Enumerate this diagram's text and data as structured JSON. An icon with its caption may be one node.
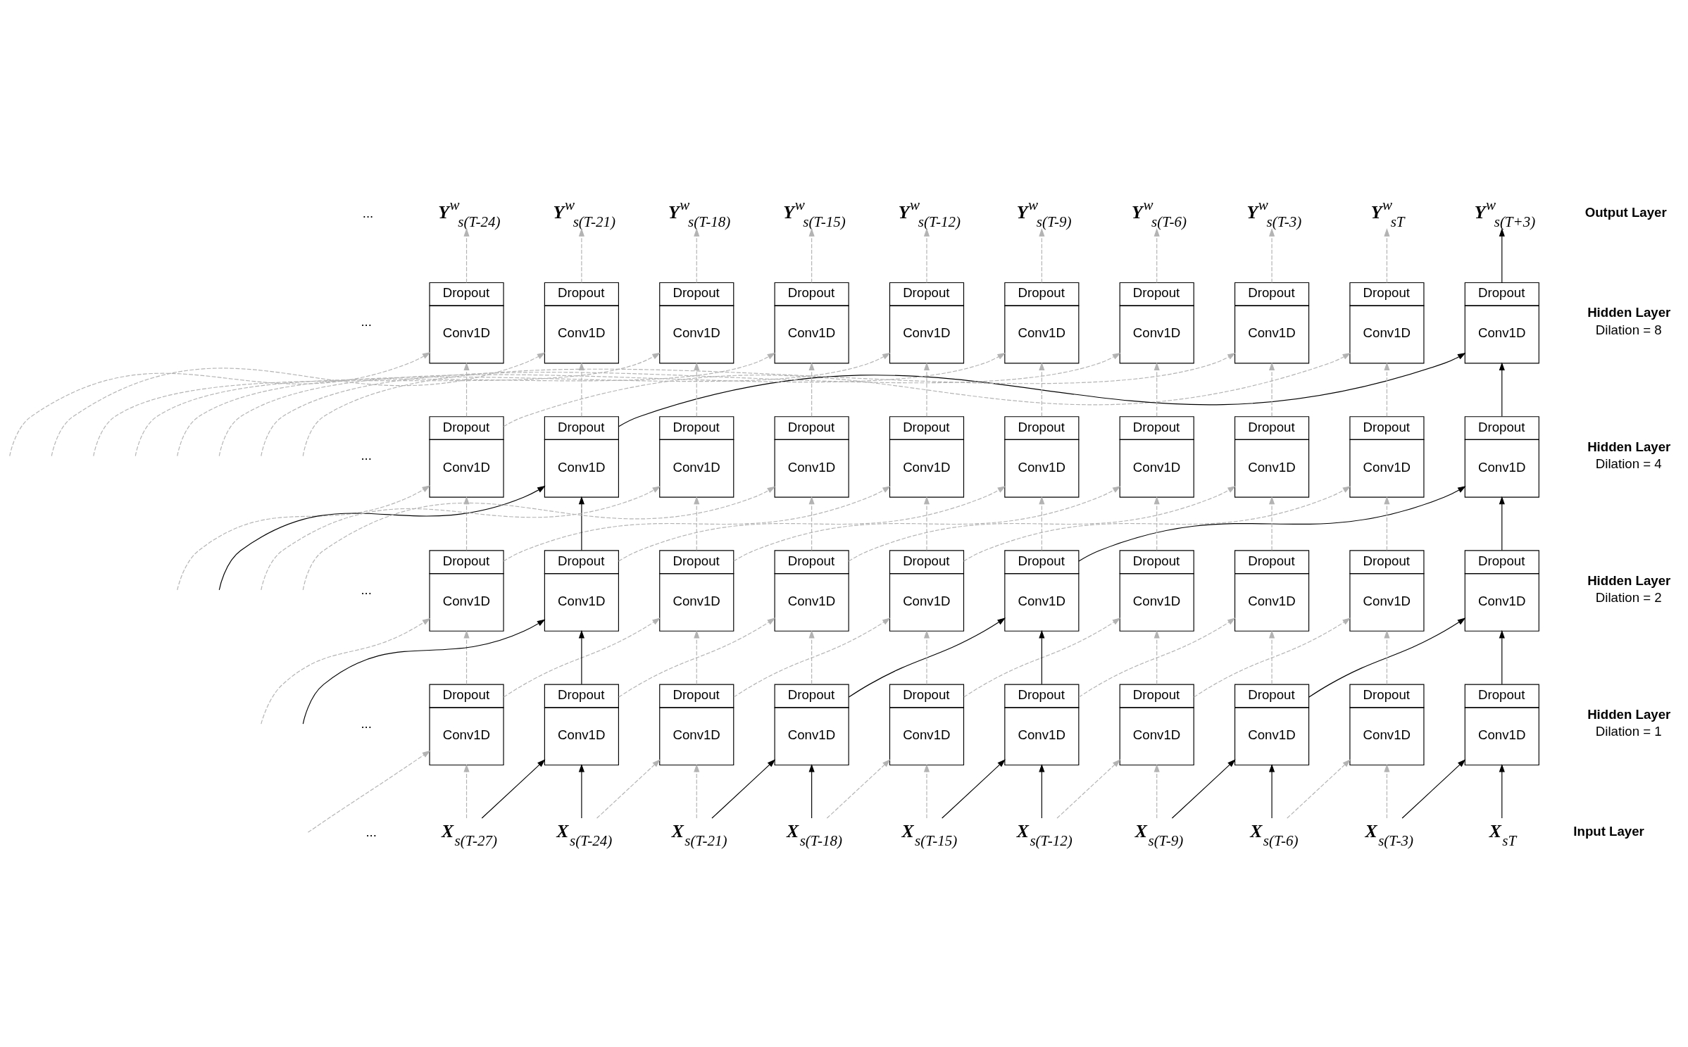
{
  "diagram": {
    "nodes": [
      {
        "text": [
          "**Y**$^{w}$$_{s(T-24)}$"
        ]
      },
      {
        "text": [
          "**Y**$^{w}$$_{s(T-21)}$"
        ]
      },
      {
        "text": [
          "**Y**$^{w}$$_{s(T-18)}$"
        ]
      },
      {
        "text": [
          "**Y**$^{w}$$_{s(T-15)}$"
        ]
      },
      {
        "text": [
          "**Y**$^{w}$$_{s(T-12)}$"
        ]
      },
      {
        "text": [
          "**Y**$^{w}$$_{s(T-9)}$"
        ]
      },
      {
        "text": [
          "**Y**$^{w}$$_{s(T-6)}$"
        ]
      },
      {
        "text": [
          "**Y**$^{w}$$_{s(T-3)}$"
        ]
      },
      {
        "text": [
          "**Y**$^{w}$$_{sT}$"
        ]
      },
      {
        "text": [
          "**Y**$^{w}$$_{s(T+3)}$"
        ]
      },
      {
        "text": [
          "Dropout",
          "Conv1D"
        ]
      },
      {
        "text": [
          "Dropout",
          "Conv1D"
        ]
      },
      {
        "text": [
          "Dropout",
          "Conv1D"
        ]
      },
      {
        "text": [
          "Dropout",
          "Conv1D"
        ]
      },
      {
        "text": [
          "Dropout",
          "Conv1D"
        ]
      },
      {
        "text": [
          "Dropout",
          "Conv1D"
        ]
      },
      {
        "text": [
          "Dropout",
          "Conv1D"
        ]
      },
      {
        "text": [
          "Dropout",
          "Conv1D"
        ]
      },
      {
        "text": [
          "Dropout",
          "Conv1D"
        ]
      },
      {
        "text": [
          "Dropout",
          "Conv1D"
        ]
      },
      {
        "text": [
          "Dropout",
          "Conv1D"
        ]
      },
      {
        "text": [
          "Dropout",
          "Conv1D"
        ]
      },
      {
        "text": [
          "Dropout",
          "Conv1D"
        ]
      },
      {
        "text": [
          "Dropout",
          "Conv1D"
        ]
      },
      {
        "text": [
          "Dropout",
          "Conv1D"
        ]
      },
      {
        "text": [
          "Dropout",
          "Conv1D"
        ]
      },
      {
        "text": [
          "Dropout",
          "Conv1D"
        ]
      },
      {
        "text": [
          "Dropout",
          "Conv1D"
        ]
      },
      {
        "text": [
          "Dropout",
          "Conv1D"
        ]
      },
      {
        "text": [
          "Dropout",
          "Conv1D"
        ]
      },
      {
        "text": [
          "Dropout",
          "Conv1D"
        ]
      },
      {
        "text": [
          "Dropout",
          "Conv1D"
        ]
      },
      {
        "text": [
          "Dropout",
          "Conv1D"
        ]
      },
      {
        "text": [
          "Dropout",
          "Conv1D"
        ]
      },
      {
        "text": [
          "Dropout",
          "Conv1D"
        ]
      },
      {
        "text": [
          "Dropout",
          "Conv1D"
        ]
      },
      {
        "text": [
          "Dropout",
          "Conv1D"
        ]
      },
      {
        "text": [
          "Dropout",
          "Conv1D"
        ]
      },
      {
        "text": [
          "Dropout",
          "Conv1D"
        ]
      },
      {
        "text": [
          "Dropout",
          "Conv1D"
        ]
      },
      {
        "text": [
          "Dropout",
          "Conv1D"
        ]
      },
      {
        "text": [
          "Dropout",
          "Conv1D"
        ]
      },
      {
        "text": [
          "Dropout",
          "Conv1D"
        ]
      },
      {
        "text": [
          "Dropout",
          "Conv1D"
        ]
      },
      {
        "text": [
          "Dropout",
          "Conv1D"
        ]
      },
      {
        "text": [
          "Dropout",
          "Conv1D"
        ]
      },
      {
        "text": [
          "Dropout",
          "Conv1D"
        ]
      },
      {
        "text": [
          "Dropout",
          "Conv1D"
        ]
      },
      {
        "text": [
          "Dropout",
          "Conv1D"
        ]
      },
      {
        "text": [
          "Dropout",
          "Conv1D"
        ]
      },
      {
        "text": [
          "**X**$_{s(T-27)}$"
        ]
      },
      {
        "text": [
          "**X**$_{s(T-24)}$"
        ]
      },
      {
        "text": [
          "**X**$_{s(T-21)}$"
        ]
      },
      {
        "text": [
          "**X**$_{s(T-18)}$"
        ]
      },
      {
        "text": [
          "**X**$_{s(T-15)}$"
        ]
      },
      {
        "text": [
          "**X**$_{s(T-12)}$"
        ]
      },
      {
        "text": [
          "**X**$_{s(T-9)}$"
        ]
      },
      {
        "text": [
          "**X**$_{s(T-6)}$"
        ]
      },
      {
        "text": [
          "**X**$_{s(T-3)}$"
        ]
      },
      {
        "text": [
          "**X**$_{sT}$"
        ]
      }
    ],
    "edges": [
      {
        "from": 50,
        "to": 40,
        "arrow": "to",
        "style": "dashed"
      },
      {
        "from": null,
        "to": 40,
        "arrow": "to",
        "style": "dashed"
      },
      {
        "from": 51,
        "to": 41,
        "arrow": "to",
        "color": "#000000"
      },
      {
        "from": 50,
        "to": 41,
        "arrow": "to",
        "color": "#000000"
      },
      {
        "from": 52,
        "to": 42,
        "arrow": "to",
        "style": "dashed"
      },
      {
        "from": 51,
        "to": 42,
        "arrow": "to",
        "style": "dashed"
      },
      {
        "from": 53,
        "to": 43,
        "arrow": "to",
        "color": "#000000"
      },
      {
        "from": 52,
        "to": 43,
        "arrow": "to",
        "color": "#000000"
      },
      {
        "from": 54,
        "to": 44,
        "arrow": "to",
        "style": "dashed"
      },
      {
        "from": 53,
        "to": 44,
        "arrow": "to",
        "style": "dashed"
      },
      {
        "from": 55,
        "to": 45,
        "arrow": "to",
        "color": "#000000"
      },
      {
        "from": 54,
        "to": 45,
        "arrow": "to",
        "color": "#000000"
      },
      {
        "from": 56,
        "to": 46,
        "arrow": "to",
        "style": "dashed"
      },
      {
        "from": 55,
        "to": 46,
        "arrow": "to",
        "style": "dashed"
      },
      {
        "from": 57,
        "to": 47,
        "arrow": "to",
        "color": "#000000"
      },
      {
        "from": 56,
        "to": 47,
        "arrow": "to",
        "color": "#000000"
      },
      {
        "from": 58,
        "to": 48,
        "arrow": "to",
        "style": "dashed"
      },
      {
        "from": 57,
        "to": 48,
        "arrow": "to",
        "style": "dashed"
      },
      {
        "from": 59,
        "to": 49,
        "arrow": "to",
        "color": "#000000"
      },
      {
        "from": 58,
        "to": 49,
        "arrow": "to",
        "color": "#000000"
      },
      {
        "from": 40,
        "to": 30,
        "arrow": "to",
        "style": "dashed"
      },
      {
        "from": null,
        "to": 30,
        "arrow": "to",
        "style": "dashed"
      },
      {
        "from": 41,
        "to": 31,
        "arrow": "to",
        "color": "#000000"
      },
      {
        "from": null,
        "to": 31,
        "arrow": "to",
        "color": "#000000"
      },
      {
        "from": 42,
        "to": 32,
        "arrow": "to",
        "style": "dashed"
      },
      {
        "from": 40,
        "to": 32,
        "arrow": "to",
        "style": "dashed"
      },
      {
        "from": 43,
        "to": 33,
        "arrow": "to",
        "style": "dashed"
      },
      {
        "from": 41,
        "to": 33,
        "arrow": "to",
        "style": "dashed"
      },
      {
        "from": 44,
        "to": 34,
        "arrow": "to",
        "style": "dashed"
      },
      {
        "from": 42,
        "to": 34,
        "arrow": "to",
        "style": "dashed"
      },
      {
        "from": 45,
        "to": 35,
        "arrow": "to",
        "color": "#000000"
      },
      {
        "from": 43,
        "to": 35,
        "arrow": "to",
        "color": "#000000"
      },
      {
        "from": 46,
        "to": 36,
        "arrow": "to",
        "style": "dashed"
      },
      {
        "from": 44,
        "to": 36,
        "arrow": "to",
        "style": "dashed"
      },
      {
        "from": 47,
        "to": 37,
        "arrow": "to",
        "style": "dashed"
      },
      {
        "from": 45,
        "to": 37,
        "arrow": "to",
        "style": "dashed"
      },
      {
        "from": 48,
        "to": 38,
        "arrow": "to",
        "style": "dashed"
      },
      {
        "from": 46,
        "to": 38,
        "arrow": "to",
        "style": "dashed"
      },
      {
        "from": 49,
        "to": 39,
        "arrow": "to",
        "color": "#000000"
      },
      {
        "from": 47,
        "to": 39,
        "arrow": "to",
        "color": "#000000"
      },
      {
        "from": 30,
        "to": 20,
        "arrow": "to",
        "style": "dashed"
      },
      {
        "from": null,
        "to": 20,
        "arrow": "to",
        "style": "dashed"
      },
      {
        "from": 31,
        "to": 21,
        "arrow": "to",
        "color": "#000000"
      },
      {
        "from": null,
        "to": 21,
        "arrow": "to",
        "color": "#000000"
      },
      {
        "from": 32,
        "to": 22,
        "arrow": "to",
        "style": "dashed"
      },
      {
        "from": null,
        "to": 22,
        "arrow": "to",
        "style": "dashed"
      },
      {
        "from": 33,
        "to": 23,
        "arrow": "to",
        "style": "dashed"
      },
      {
        "from": null,
        "to": 23,
        "arrow": "to",
        "style": "dashed"
      },
      {
        "from": 34,
        "to": 24,
        "arrow": "to",
        "style": "dashed"
      },
      {
        "from": 30,
        "to": 24,
        "arrow": "to",
        "style": "dashed"
      },
      {
        "from": 35,
        "to": 25,
        "arrow": "to",
        "style": "dashed"
      },
      {
        "from": 31,
        "to": 25,
        "arrow": "to",
        "style": "dashed"
      },
      {
        "from": 36,
        "to": 26,
        "arrow": "to",
        "style": "dashed"
      },
      {
        "from": 32,
        "to": 26,
        "arrow": "to",
        "style": "dashed"
      },
      {
        "from": 37,
        "to": 27,
        "arrow": "to",
        "style": "dashed"
      },
      {
        "from": 33,
        "to": 27,
        "arrow": "to",
        "style": "dashed"
      },
      {
        "from": 38,
        "to": 28,
        "arrow": "to",
        "style": "dashed"
      },
      {
        "from": 34,
        "to": 28,
        "arrow": "to",
        "style": "dashed"
      },
      {
        "from": 39,
        "to": 29,
        "arrow": "to",
        "color": "#000000"
      },
      {
        "from": 35,
        "to": 29,
        "arrow": "to",
        "color": "#000000"
      },
      {
        "from": 20,
        "to": 10,
        "arrow": "to",
        "style": "dashed"
      },
      {
        "from": null,
        "to": 10,
        "arrow": "to",
        "style": "dashed"
      },
      {
        "from": 21,
        "to": 11,
        "arrow": "to",
        "style": "dashed"
      },
      {
        "from": null,
        "to": 11,
        "arrow": "to",
        "style": "dashed"
      },
      {
        "from": 22,
        "to": 12,
        "arrow": "to",
        "style": "dashed"
      },
      {
        "from": null,
        "to": 12,
        "arrow": "to",
        "style": "dashed"
      },
      {
        "from": 23,
        "to": 13,
        "arrow": "to",
        "style": "dashed"
      },
      {
        "from": null,
        "to": 13,
        "arrow": "to",
        "style": "dashed"
      },
      {
        "from": 24,
        "to": 14,
        "arrow": "to",
        "style": "dashed"
      },
      {
        "from": null,
        "to": 14,
        "arrow": "to",
        "style": "dashed"
      },
      {
        "from": 25,
        "to": 15,
        "arrow": "to",
        "style": "dashed"
      },
      {
        "from": null,
        "to": 15,
        "arrow": "to",
        "style": "dashed"
      },
      {
        "from": 26,
        "to": 16,
        "arrow": "to",
        "style": "dashed"
      },
      {
        "from": null,
        "to": 16,
        "arrow": "to",
        "style": "dashed"
      },
      {
        "from": 27,
        "to": 17,
        "arrow": "to",
        "style": "dashed"
      },
      {
        "from": null,
        "to": 17,
        "arrow": "to",
        "style": "dashed"
      },
      {
        "from": 28,
        "to": 18,
        "arrow": "to",
        "style": "dashed"
      },
      {
        "from": 20,
        "to": 18,
        "arrow": "to",
        "style": "dashed"
      },
      {
        "from": 29,
        "to": 19,
        "arrow": "to",
        "color": "#000000"
      },
      {
        "from": 21,
        "to": 19,
        "arrow": "to",
        "color": "#000000"
      },
      {
        "from": 10,
        "to": 0,
        "arrow": "to",
        "style": "dashed"
      },
      {
        "from": 11,
        "to": 1,
        "arrow": "to",
        "style": "dashed"
      },
      {
        "from": 12,
        "to": 2,
        "arrow": "to",
        "style": "dashed"
      },
      {
        "from": 13,
        "to": 3,
        "arrow": "to",
        "style": "dashed"
      },
      {
        "from": 14,
        "to": 4,
        "arrow": "to",
        "style": "dashed"
      },
      {
        "from": 15,
        "to": 5,
        "arrow": "to",
        "style": "dashed"
      },
      {
        "from": 16,
        "to": 6,
        "arrow": "to",
        "style": "dashed"
      },
      {
        "from": 17,
        "to": 7,
        "arrow": "to",
        "style": "dashed"
      },
      {
        "from": 18,
        "to": 8,
        "arrow": "to",
        "style": "dashed"
      },
      {
        "from": 19,
        "to": 9,
        "arrow": "to",
        "color": "#000000"
      }
    ],
    "labels": [
      "...",
      "Output Layer",
      "...",
      "Hidden Layer",
      "Dilation = 8",
      "...",
      "Hidden Layer",
      "Dilation = 4",
      "...",
      "Hidden Layer",
      "Dilation = 2",
      "...",
      "Hidden Layer",
      "Dilation = 1",
      "...",
      "Input Layer"
    ]
  }
}
